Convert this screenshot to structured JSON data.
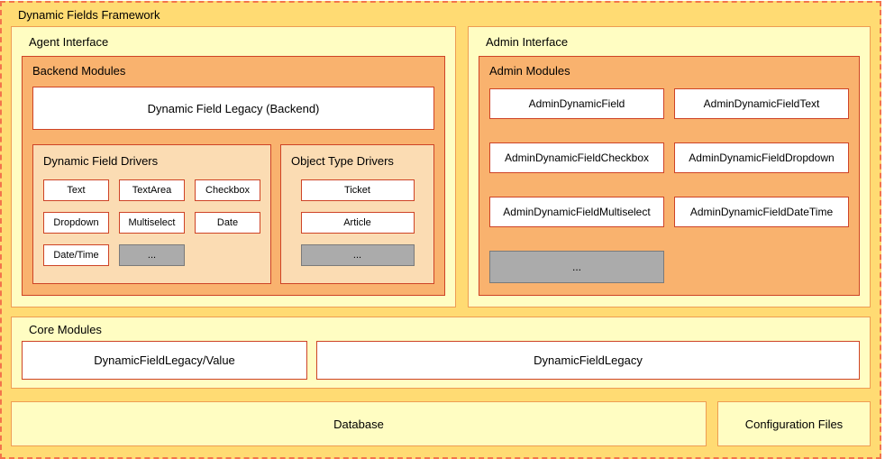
{
  "framework": {
    "title": "Dynamic Fields Framework"
  },
  "agent": {
    "title": "Agent Interface",
    "backend": {
      "title": "Backend Modules",
      "legacy_box": "Dynamic Field Legacy (Backend)",
      "field_drivers": {
        "title": "Dynamic Field Drivers",
        "items": [
          "Text",
          "TextArea",
          "Checkbox",
          "Dropdown",
          "Multiselect",
          "Date",
          "Date/Time"
        ],
        "more": "..."
      },
      "object_drivers": {
        "title": "Object Type Drivers",
        "items": [
          "Ticket",
          "Article"
        ],
        "more": "..."
      }
    }
  },
  "admin": {
    "title": "Admin Interface",
    "modules": {
      "title": "Admin Modules",
      "items": [
        "AdminDynamicField",
        "AdminDynamicFieldText",
        "AdminDynamicFieldCheckbox",
        "AdminDynamicFieldDropdown",
        "AdminDynamicFieldMultiselect",
        "AdminDynamicFieldDateTime"
      ],
      "more": "..."
    }
  },
  "core": {
    "title": "Core Modules",
    "items": [
      "DynamicFieldLegacy/Value",
      "DynamicFieldLegacy"
    ]
  },
  "storage": {
    "database": "Database",
    "config_files": "Configuration Files"
  },
  "colors": {
    "gold_background": "#FFDB73",
    "panel_yellow": "#FFFDC2",
    "module_orange": "#F9B26E",
    "driver_peach": "#FBDCB3",
    "box_border_red": "#CE4326",
    "panel_border_orange": "#EE9C53",
    "frame_dash_border": "#F3744C",
    "placeholder_gray": "#ABABAB"
  }
}
